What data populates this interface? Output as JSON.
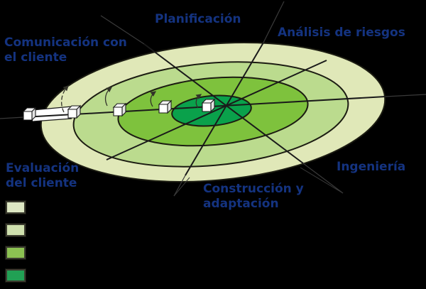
{
  "diagram": {
    "labels": {
      "comunicacion": "Comunicación con\nel cliente",
      "planificacion": "Planificación",
      "analisis": "Análisis de riesgos",
      "ingenieria": "Ingeniería",
      "construccion": "Construcción y\nadaptación",
      "evaluacion": "Evaluación\ndel cliente"
    },
    "colors": {
      "background": "#000000",
      "band_outer": "#e0e8b8",
      "band_2": "#bbdb8e",
      "band_3": "#7ec23d",
      "band_center": "#0aa14b",
      "ellipse_stroke": "#1c1c12",
      "line": "#1a1a1a",
      "thin_line": "#3a3a3a",
      "label_text": "#143380",
      "cube_face": "#ffffff",
      "cube_side": "#e4e4e4"
    },
    "legend": {
      "swatch_colors": [
        "#dde7c3",
        "#cfe0ae",
        "#8cc152",
        "#21a054"
      ]
    }
  }
}
